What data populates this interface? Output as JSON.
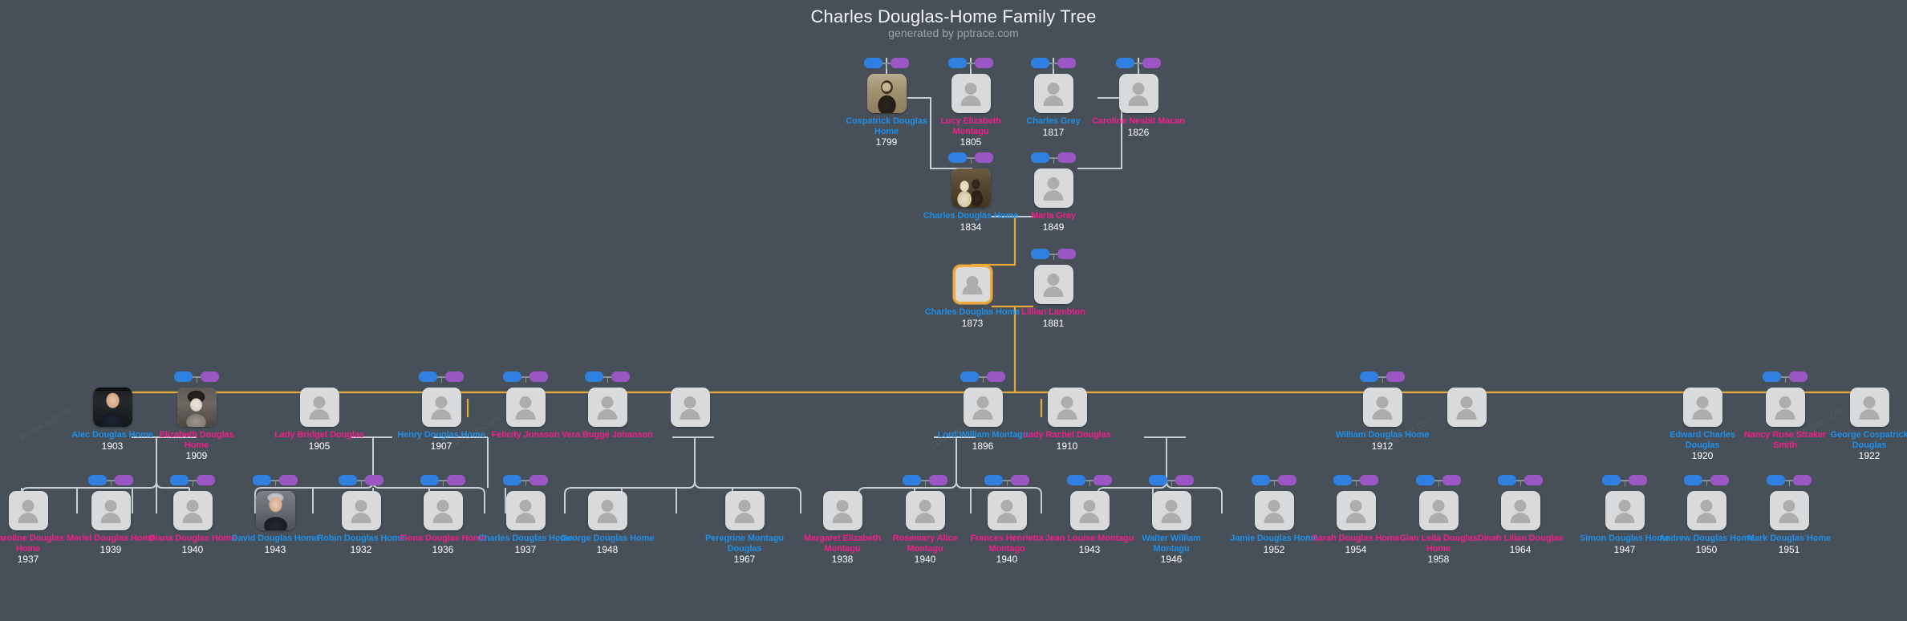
{
  "header": {
    "title": "Charles Douglas-Home Family Tree",
    "subtitle": "generated by pptrace.com"
  },
  "watermark": "pptrace.com",
  "colors": {
    "background": "#474f58",
    "male_text": "#1f8fe8",
    "female_text": "#ee1f8a",
    "year_text": "#ffffff",
    "selected_border": "#f0a93b",
    "lineage_line": "#e5a93a",
    "normal_line": "#c9ced4",
    "badge_blue": "#2f80e0",
    "badge_purple": "#9a57c4",
    "card_background": "#d9dadb"
  },
  "legend": {
    "badge_blue_label": "blue-pill",
    "badge_purple_label": "purple-pill"
  },
  "generations": [
    {
      "id": "gen1",
      "people": [
        {
          "id": "cospatrick-1799",
          "name": "Cospatrick Douglas Home",
          "year": "1799",
          "sex": "m",
          "photo": "ph-cospatrick",
          "badges": true,
          "selected": false
        },
        {
          "id": "lucy-1805",
          "name": "Lucy Elizabeth Montagu",
          "year": "1805",
          "sex": "f",
          "photo": "",
          "badges": true,
          "selected": false
        },
        {
          "id": "charlesgrey-1817",
          "name": "Charles Grey",
          "year": "1817",
          "sex": "m",
          "photo": "",
          "badges": true,
          "selected": false
        },
        {
          "id": "caroline-1826",
          "name": "Caroline Nesbit Macan",
          "year": "1826",
          "sex": "f",
          "photo": "",
          "badges": true,
          "selected": false
        }
      ]
    },
    {
      "id": "gen2",
      "people": [
        {
          "id": "charles-1834",
          "name": "Charles Douglas Home",
          "year": "1834",
          "sex": "m",
          "photo": "ph-charles1834",
          "badges": true,
          "selected": false
        },
        {
          "id": "maria-1849",
          "name": "Maria Grey",
          "year": "1849",
          "sex": "f",
          "photo": "",
          "badges": true,
          "selected": false
        }
      ]
    },
    {
      "id": "gen3",
      "people": [
        {
          "id": "charles-1873",
          "name": "Charles Douglas Home",
          "year": "1873",
          "sex": "m",
          "photo": "",
          "badges": false,
          "selected": true
        },
        {
          "id": "lillian-1881",
          "name": "Lillian Lambton",
          "year": "1881",
          "sex": "f",
          "photo": "",
          "badges": true,
          "selected": false
        }
      ]
    },
    {
      "id": "gen4",
      "people": [
        {
          "id": "alec-1903",
          "name": "Alec Douglas Home",
          "year": "1903",
          "sex": "m",
          "photo": "ph-alec",
          "badges": false,
          "selected": false
        },
        {
          "id": "elizabeth-1909",
          "name": "Elizabeth Douglas Home",
          "year": "1909",
          "sex": "f",
          "photo": "ph-elizabeth",
          "badges": true,
          "selected": false
        },
        {
          "id": "bridget-1905",
          "name": "Lady Bridget Douglas",
          "year": "1905",
          "sex": "f",
          "photo": "",
          "badges": false,
          "selected": false
        },
        {
          "id": "henry-1907",
          "name": "Henry Douglas Home",
          "year": "1907",
          "sex": "m",
          "photo": "",
          "badges": true,
          "selected": false
        },
        {
          "id": "felicity",
          "name": "Felicity Jonsson",
          "year": "",
          "sex": "f",
          "photo": "",
          "badges": true,
          "selected": false
        },
        {
          "id": "vera",
          "name": "Vera Bugge Johanson",
          "year": "",
          "sex": "f",
          "photo": "",
          "badges": true,
          "selected": false
        },
        {
          "id": "unknown-gen4",
          "name": "",
          "year": "",
          "sex": "m",
          "photo": "",
          "badges": false,
          "selected": false
        },
        {
          "id": "lordwilliam-1896",
          "name": "Lord William Montagu",
          "year": "1896",
          "sex": "m",
          "photo": "",
          "badges": true,
          "selected": false
        },
        {
          "id": "ladyrachel-1910",
          "name": "Lady Rachel Douglas",
          "year": "1910",
          "sex": "f",
          "photo": "",
          "badges": false,
          "selected": false
        },
        {
          "id": "william-1912",
          "name": "William Douglas Home",
          "year": "1912",
          "sex": "m",
          "photo": "",
          "badges": true,
          "selected": false
        },
        {
          "id": "unknown-gen4b",
          "name": "",
          "year": "",
          "sex": "f",
          "photo": "",
          "badges": false,
          "selected": false
        },
        {
          "id": "edward-1920",
          "name": "Edward Charles Douglas",
          "year": "1920",
          "sex": "m",
          "photo": "",
          "badges": false,
          "selected": false
        },
        {
          "id": "nancy",
          "name": "Nancy Rose Straker Smith",
          "year": "",
          "sex": "f",
          "photo": "",
          "badges": true,
          "selected": false
        },
        {
          "id": "george-1922",
          "name": "George Cospatrick Douglas",
          "year": "1922",
          "sex": "m",
          "photo": "",
          "badges": false,
          "selected": false
        }
      ]
    },
    {
      "id": "gen5",
      "people": [
        {
          "id": "caroline-1937",
          "name": "Caroline Douglas Home",
          "year": "1937",
          "sex": "f",
          "photo": "",
          "badges": false,
          "selected": false
        },
        {
          "id": "meriel-1939",
          "name": "Meriel Douglas Home",
          "year": "1939",
          "sex": "f",
          "photo": "",
          "badges": true,
          "selected": false
        },
        {
          "id": "diana-1940",
          "name": "Diana Douglas Home",
          "year": "1940",
          "sex": "f",
          "photo": "",
          "badges": true,
          "selected": false
        },
        {
          "id": "david-1943",
          "name": "David Douglas Home",
          "year": "1943",
          "sex": "m",
          "photo": "ph-david",
          "badges": true,
          "selected": false
        },
        {
          "id": "robin-1932",
          "name": "Robin Douglas Home",
          "year": "1932",
          "sex": "m",
          "photo": "",
          "badges": true,
          "selected": false
        },
        {
          "id": "fiona-1936",
          "name": "Fiona Douglas Home",
          "year": "1936",
          "sex": "f",
          "photo": "",
          "badges": true,
          "selected": false
        },
        {
          "id": "charles-1937",
          "name": "Charles Douglas Home",
          "year": "1937",
          "sex": "m",
          "photo": "",
          "badges": true,
          "selected": false
        },
        {
          "id": "george-1948",
          "name": "George Douglas Home",
          "year": "1948",
          "sex": "m",
          "photo": "",
          "badges": false,
          "selected": false
        },
        {
          "id": "peregrine-1967",
          "name": "Peregrine Montagu Douglas",
          "year": "1967",
          "sex": "m",
          "photo": "",
          "badges": false,
          "selected": false
        },
        {
          "id": "margaret-1938",
          "name": "Margaret Elizabeth Montagu",
          "year": "1938",
          "sex": "f",
          "photo": "",
          "badges": false,
          "selected": false
        },
        {
          "id": "rosemary-1940",
          "name": "Rosemary Alice Montagu",
          "year": "1940",
          "sex": "f",
          "photo": "",
          "badges": true,
          "selected": false
        },
        {
          "id": "frances-1940",
          "name": "Frances Henrietta Montagu",
          "year": "1940",
          "sex": "f",
          "photo": "",
          "badges": true,
          "selected": false
        },
        {
          "id": "jean-1943",
          "name": "Jean Louise Montagu",
          "year": "1943",
          "sex": "f",
          "photo": "",
          "badges": true,
          "selected": false
        },
        {
          "id": "walter-1946",
          "name": "Walter William Montagu",
          "year": "1946",
          "sex": "m",
          "photo": "",
          "badges": true,
          "selected": false
        },
        {
          "id": "jamie-1952",
          "name": "Jamie Douglas Home",
          "year": "1952",
          "sex": "m",
          "photo": "",
          "badges": true,
          "selected": false
        },
        {
          "id": "sarah-1954",
          "name": "Sarah Douglas Home",
          "year": "1954",
          "sex": "f",
          "photo": "",
          "badges": true,
          "selected": false
        },
        {
          "id": "gianleila-1958",
          "name": "Gian Leila Douglas Home",
          "year": "1958",
          "sex": "f",
          "photo": "",
          "badges": true,
          "selected": false
        },
        {
          "id": "dinah-1964",
          "name": "Dinah Lilian Douglas",
          "year": "1964",
          "sex": "f",
          "photo": "",
          "badges": true,
          "selected": false
        },
        {
          "id": "simon-1947",
          "name": "Simon Douglas Home",
          "year": "1947",
          "sex": "m",
          "photo": "",
          "badges": true,
          "selected": false
        },
        {
          "id": "andrew-1950",
          "name": "Andrew Douglas Home",
          "year": "1950",
          "sex": "m",
          "photo": "",
          "badges": true,
          "selected": false
        },
        {
          "id": "mark-1951",
          "name": "Mark Douglas Home",
          "year": "1951",
          "sex": "m",
          "photo": "",
          "badges": true,
          "selected": false
        }
      ]
    }
  ]
}
